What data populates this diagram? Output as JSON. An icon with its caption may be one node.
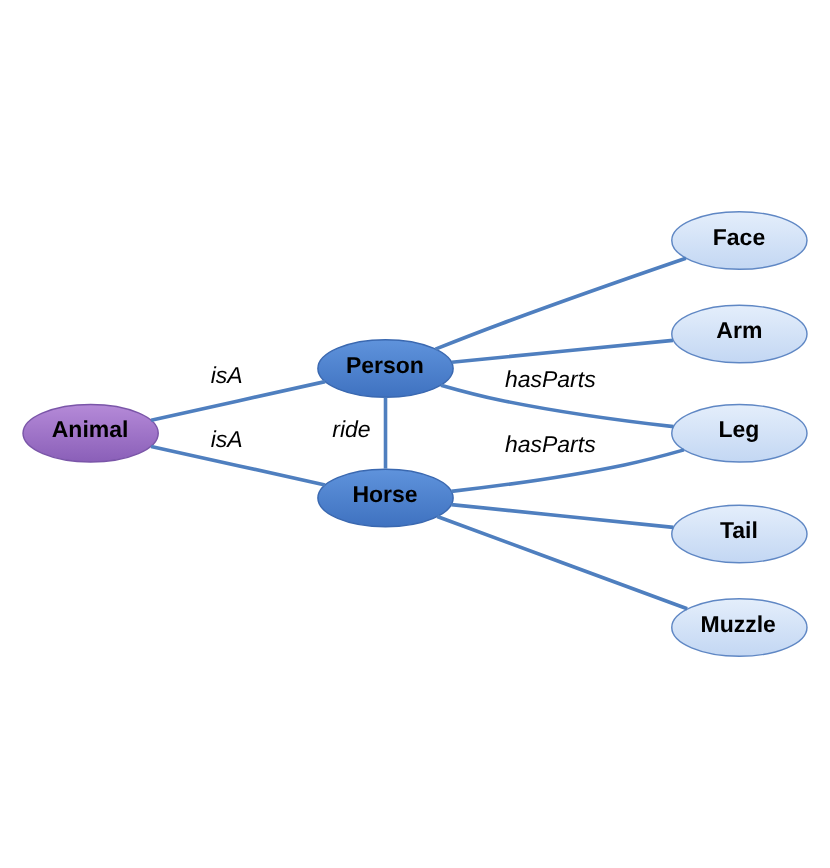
{
  "diagram": {
    "nodes": [
      {
        "text": [
          "Face"
        ]
      },
      {
        "text": [
          "Person"
        ]
      },
      {
        "text": [
          "Arm"
        ]
      },
      {
        "text": [
          "Animal"
        ]
      },
      {
        "text": [
          "Leg"
        ]
      },
      {
        "text": [
          "Horse"
        ]
      },
      {
        "text": [
          "Tail"
        ]
      },
      {
        "text": [
          "Muzzle"
        ]
      }
    ],
    "edges": [
      {
        "from": 1,
        "to": 0,
        "arrow": "none"
      },
      {
        "from": 1,
        "to": 2,
        "arrow": "none"
      },
      {
        "from": 1,
        "to": 4,
        "arrow": "none",
        "label": "hasParts"
      },
      {
        "from": 3,
        "to": 1,
        "arrow": "none",
        "label": "isA"
      },
      {
        "from": 3,
        "to": 5,
        "arrow": "none",
        "label": "isA"
      },
      {
        "from": 1,
        "to": 5,
        "arrow": "none",
        "label": "ride"
      },
      {
        "from": 5,
        "to": 4,
        "arrow": "none",
        "label": "hasParts"
      },
      {
        "from": 5,
        "to": 6,
        "arrow": "none"
      },
      {
        "from": 5,
        "to": 7,
        "arrow": "none"
      }
    ]
  }
}
